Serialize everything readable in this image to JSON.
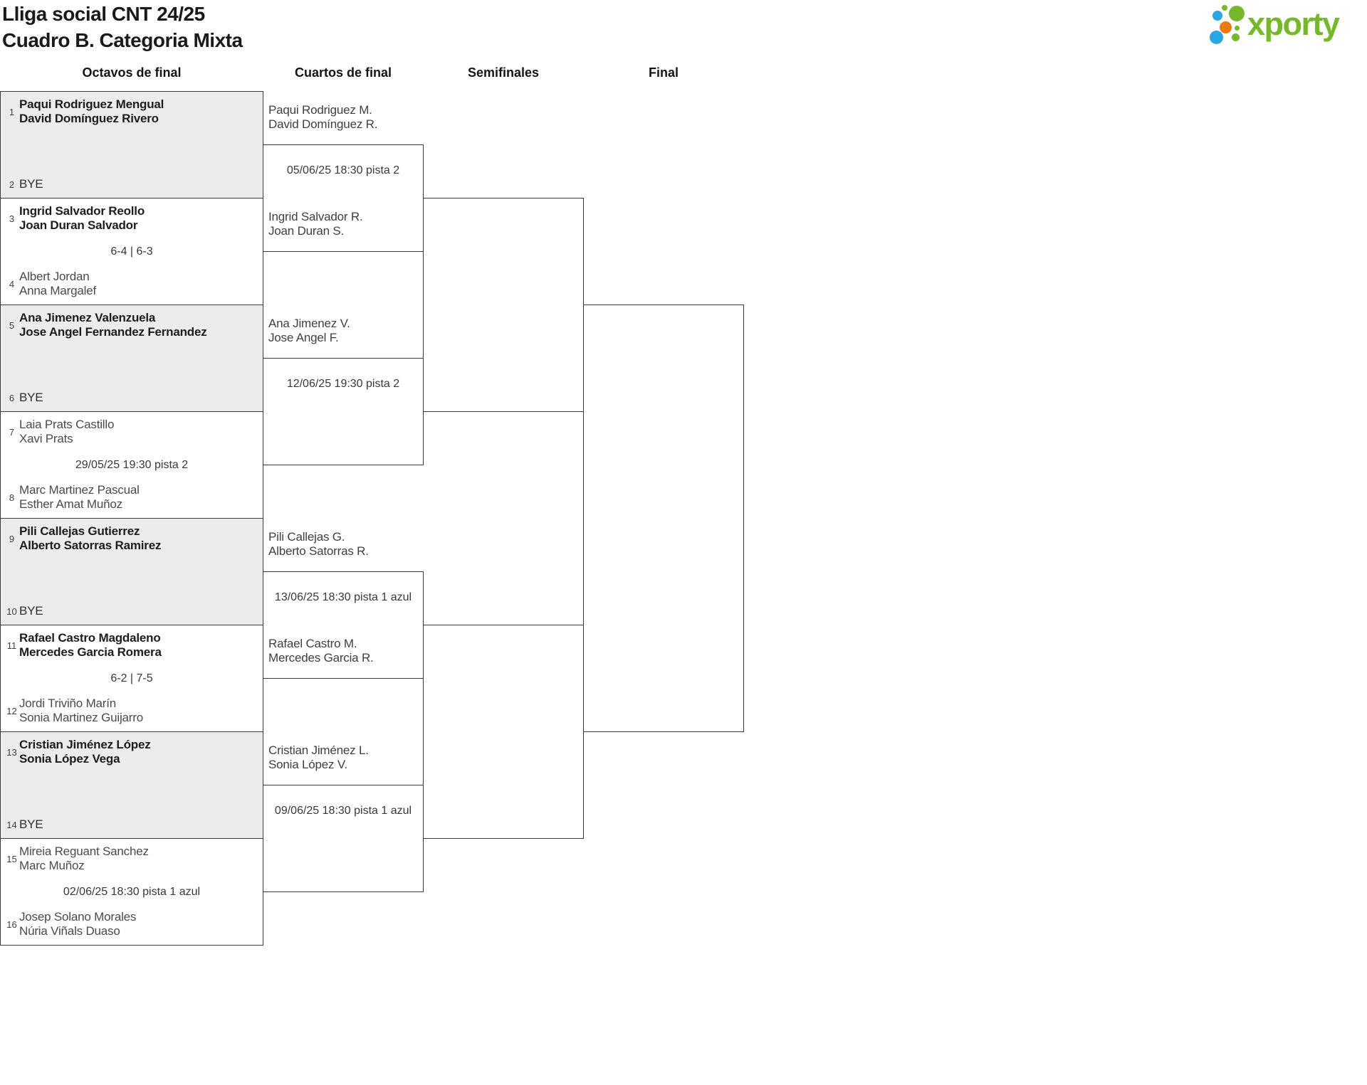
{
  "title": {
    "line1": "Lliga social CNT 24/25",
    "line2": "Cuadro B. Categoria Mixta"
  },
  "logo": {
    "text": "xporty"
  },
  "columns": [
    "Octavos de final",
    "Cuartos de final",
    "Semifinales",
    "Final"
  ],
  "round16": [
    {
      "seed_a": "1",
      "team_a": [
        "Paqui Rodriguez Mengual",
        "David Domínguez Rivero"
      ],
      "team_a_bold": true,
      "center": "",
      "center_type": "",
      "seed_b": "2",
      "team_b": [
        "BYE"
      ],
      "is_bye": true
    },
    {
      "seed_a": "3",
      "team_a": [
        "Ingrid Salvador Reollo",
        "Joan Duran Salvador"
      ],
      "team_a_bold": true,
      "center": "6-4 | 6-3",
      "center_type": "score",
      "seed_b": "4",
      "team_b": [
        "Albert Jordan",
        "Anna Margalef"
      ],
      "is_bye": false
    },
    {
      "seed_a": "5",
      "team_a": [
        "Ana Jimenez Valenzuela",
        "Jose Angel Fernandez Fernandez"
      ],
      "team_a_bold": true,
      "center": "",
      "center_type": "",
      "seed_b": "6",
      "team_b": [
        "BYE"
      ],
      "is_bye": true
    },
    {
      "seed_a": "7",
      "team_a": [
        "Laia Prats Castillo",
        "Xavi Prats"
      ],
      "team_a_bold": false,
      "center": "29/05/25 19:30 pista 2",
      "center_type": "schedule",
      "seed_b": "8",
      "team_b": [
        "Marc Martinez Pascual",
        "Esther Amat Muñoz"
      ],
      "is_bye": false
    },
    {
      "seed_a": "9",
      "team_a": [
        "Pili Callejas Gutierrez",
        "Alberto Satorras Ramirez"
      ],
      "team_a_bold": true,
      "center": "",
      "center_type": "",
      "seed_b": "10",
      "team_b": [
        "BYE"
      ],
      "is_bye": true
    },
    {
      "seed_a": "11",
      "team_a": [
        "Rafael Castro Magdaleno",
        "Mercedes Garcia Romera"
      ],
      "team_a_bold": true,
      "center": "6-2 | 7-5",
      "center_type": "score",
      "seed_b": "12",
      "team_b": [
        "Jordi Triviño Marín",
        "Sonia Martinez Guijarro"
      ],
      "is_bye": false
    },
    {
      "seed_a": "13",
      "team_a": [
        "Cristian Jiménez López",
        "Sonia López Vega"
      ],
      "team_a_bold": true,
      "center": "",
      "center_type": "",
      "seed_b": "14",
      "team_b": [
        "BYE"
      ],
      "is_bye": true
    },
    {
      "seed_a": "15",
      "team_a": [
        "Mireia Reguant Sanchez",
        "Marc Muñoz"
      ],
      "team_a_bold": false,
      "center": "02/06/25 18:30 pista 1 azul",
      "center_type": "schedule",
      "seed_b": "16",
      "team_b": [
        "Josep Solano Morales",
        "Núria Viñals Duaso"
      ],
      "is_bye": false
    }
  ],
  "quarterfinals": [
    {
      "top": [
        "Paqui Rodriguez M.",
        "David Domínguez R."
      ],
      "date": "05/06/25 18:30 pista 2",
      "bottom": [
        "Ingrid Salvador R.",
        "Joan Duran S."
      ]
    },
    {
      "top": [
        "Ana Jimenez V.",
        "Jose Angel F."
      ],
      "date": "12/06/25 19:30 pista 2",
      "bottom": []
    },
    {
      "top": [
        "Pili Callejas G.",
        "Alberto Satorras R."
      ],
      "date": "13/06/25 18:30 pista 1 azul",
      "bottom": [
        "Rafael Castro M.",
        "Mercedes Garcia R."
      ]
    },
    {
      "top": [
        "Cristian Jiménez L.",
        "Sonia López V."
      ],
      "date": "09/06/25 18:30 pista 1 azul",
      "bottom": []
    }
  ],
  "colors": {
    "brand_green": "#76b82a",
    "brand_blue": "#29a8e0",
    "brand_orange": "#e87a10",
    "line": "#3a3a3a",
    "bye_fill": "#ececec"
  }
}
